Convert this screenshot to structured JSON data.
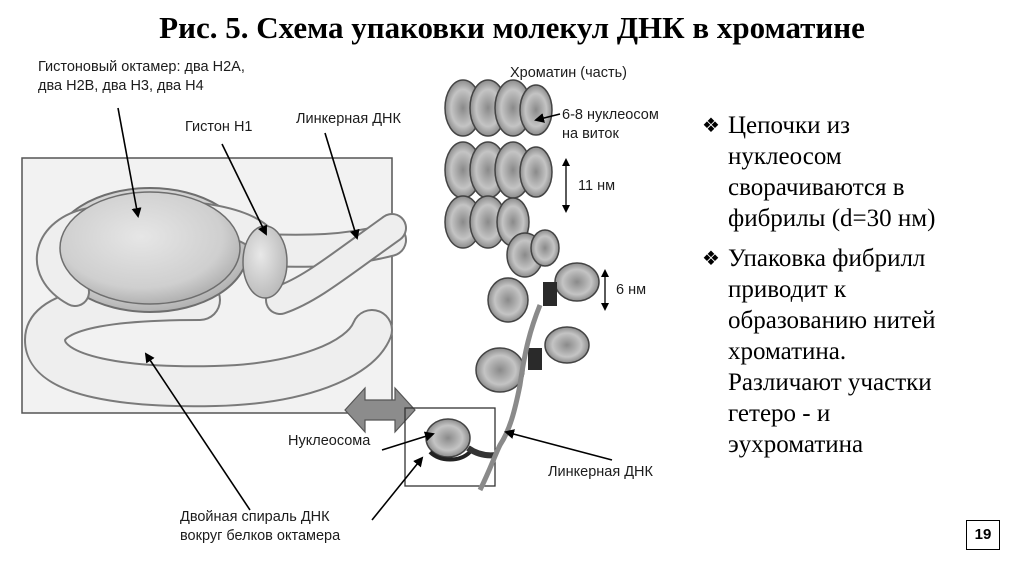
{
  "title": "Рис. 5. Схема упаковки молекул ДНК в хроматине",
  "labels": {
    "histone_octamer": [
      "Гистоновый октамер: два H2A,",
      "два H2B, два H3, два H4"
    ],
    "histone_h1": "Гистон H1",
    "linker_dna_top": "Линкерная ДНК",
    "chromatin_part": "Хроматин (часть)",
    "nucleosomes_per_turn": [
      "6-8 нуклеосом",
      "на виток"
    ],
    "size_11nm": "11 нм",
    "size_6nm": "6 нм",
    "nucleosome": "Нуклеосома",
    "linker_dna_bottom": "Линкерная ДНК",
    "double_helix": [
      "Двойная спираль ДНК",
      "вокруг белков октамера"
    ]
  },
  "bullets": [
    {
      "icon": "diamond-bullet-icon",
      "lines": [
        "Цепочки из",
        "нуклеосом",
        "сворачиваются  в",
        "фибрилы (d=30 нм)"
      ]
    },
    {
      "icon": "diamond-bullet-icon",
      "lines": [
        "Упаковка фибрилл",
        "приводит к",
        "образованию нитей",
        "хроматина.",
        "Различают участки",
        "гетеро - и",
        "эухроматина"
      ]
    }
  ],
  "slide_number": "19"
}
